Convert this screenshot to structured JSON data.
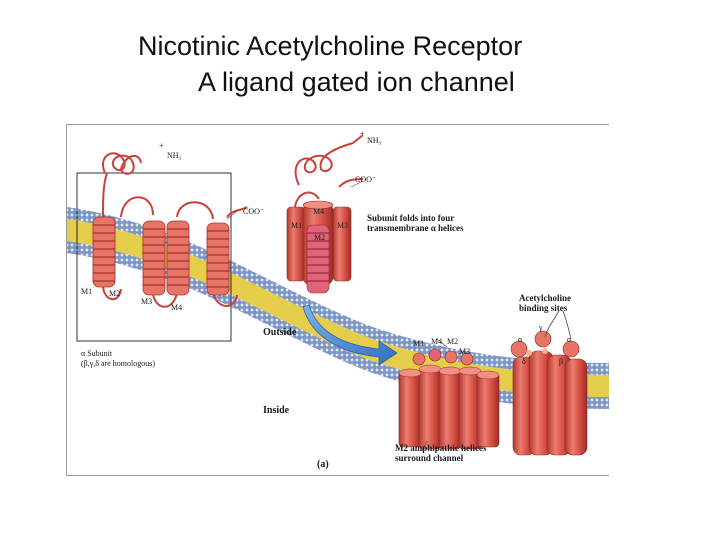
{
  "slide": {
    "title_line1": "Nicotinic Acetylcholine Receptor",
    "title_line2": "A ligand gated ion channel"
  },
  "figure": {
    "panel_label": "(a)",
    "outside_label": "Outside",
    "inside_label": "Inside",
    "subunit_caption_1": "α Subunit",
    "subunit_caption_2": "(β,γ,δ are homologous)",
    "folds_note_1": "Subunit folds into four",
    "folds_note_2": "transmembrane α helices",
    "binding_note_1": "Acetylcholine",
    "binding_note_2": "binding sites",
    "channel_note_1": "M2 amphipathic helices",
    "channel_note_2": "surround channel",
    "nh3_label": "NH₃",
    "nh3_charge": "+",
    "coo_label": "COO⁻",
    "helix_labels": {
      "m1": "M1",
      "m2": "M2",
      "m3": "M3",
      "m4": "M4"
    },
    "subunit_letters": {
      "gamma": "γ",
      "alpha": "α",
      "delta": "δ",
      "beta": "β"
    },
    "colors": {
      "protein": "#d9534a",
      "protein_dark": "#a8322c",
      "membrane_head": "#7b96c8",
      "membrane_tail": "#f2dc5a",
      "arrow": "#2f6fc4",
      "loop": "#c9413a"
    }
  }
}
